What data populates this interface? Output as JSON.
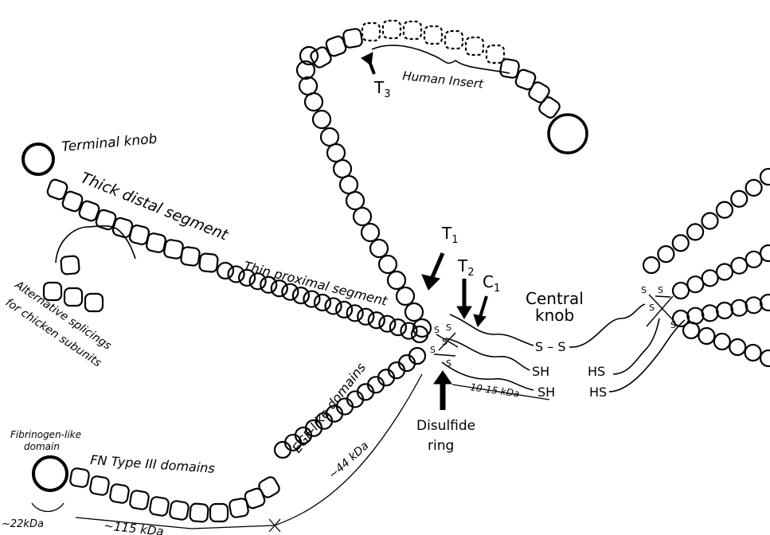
{
  "labels": {
    "terminal_knob": "Terminal knob",
    "thick_distal": "Thick distal segment",
    "thin_proximal": "Thin proximal segment",
    "human_insert": "Human Insert",
    "alt_splicing_1": "Alternative splicings",
    "alt_splicing_2": "for chicken subunits",
    "central_knob_1": "Central",
    "central_knob_2": "knob",
    "egf_like": "EGF-like domains",
    "fn_type3": "FN Type III domains",
    "fibrinogen_1": "Fibrinogen-like",
    "fibrinogen_2": "domain",
    "disulfide_1": "Disulfide",
    "disulfide_2": "ring",
    "kda_22": "~22kDa",
    "kda_115": "~115 kDa",
    "kda_44": "~44 kDa",
    "kda_10_15": "10-15 kDa",
    "t1": "T",
    "t1_sub": "1",
    "t2": "T",
    "t2_sub": "2",
    "t3": "T",
    "t3_sub": "3",
    "c1": "C",
    "c1_sub": "1",
    "ss_bond": "S – S",
    "sh_1": "SH",
    "sh_2": "SH",
    "hs_1": "HS",
    "hs_2": "HS",
    "s": "S"
  }
}
